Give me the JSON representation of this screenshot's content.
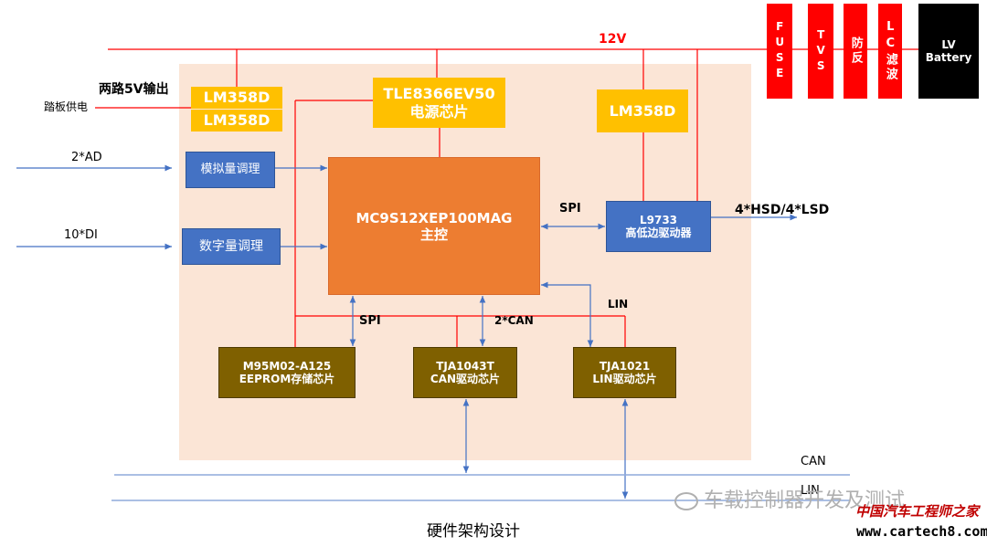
{
  "power": {
    "rail_label": "12V",
    "protection": [
      {
        "text": "FUSE"
      },
      {
        "text": "TVS"
      },
      {
        "text": "防反"
      },
      {
        "text": "LC滤波"
      }
    ],
    "battery": {
      "line1": "LV",
      "line2": "Battery"
    }
  },
  "left_labels": {
    "dual_5v": "两路5V输出",
    "pedal": "踏板供电",
    "ad": "2*AD",
    "di": "10*DI"
  },
  "blocks": {
    "lm358d_top": "LM358D",
    "lm358d_bottom": "LM358D",
    "lm358d_right": "LM358D",
    "tle_line1": "TLE8366EV50",
    "tle_line2": "电源芯片",
    "analog": "模拟量调理",
    "digital": "数字量调理",
    "mcu_line1": "MC9S12XEP100MAG",
    "mcu_line2": "主控",
    "l9733_line1": "L9733",
    "l9733_line2": "高低边驱动器",
    "eeprom_line1": "M95M02-A125",
    "eeprom_line2": "EEPROM存储芯片",
    "can_line1": "TJA1043T",
    "can_line2": "CAN驱动芯片",
    "lin_line1": "TJA1021",
    "lin_line2": "LIN驱动芯片"
  },
  "signals": {
    "spi_right": "SPI",
    "hsd_lsd": "4*HSD/4*LSD",
    "spi_bottom": "SPI",
    "can_count": "2*CAN",
    "lin": "LIN"
  },
  "bus": {
    "can": "CAN",
    "lin": "LIN"
  },
  "caption": "硬件架构设计",
  "watermark": {
    "wechat": "车载控制器开发及测试",
    "site_cn": "中国汽车工程师之家",
    "site_url": "www.cartech8.com"
  },
  "colors": {
    "rail": "#ff0000",
    "signal": "#4472c4",
    "bus": "#8faadc"
  }
}
